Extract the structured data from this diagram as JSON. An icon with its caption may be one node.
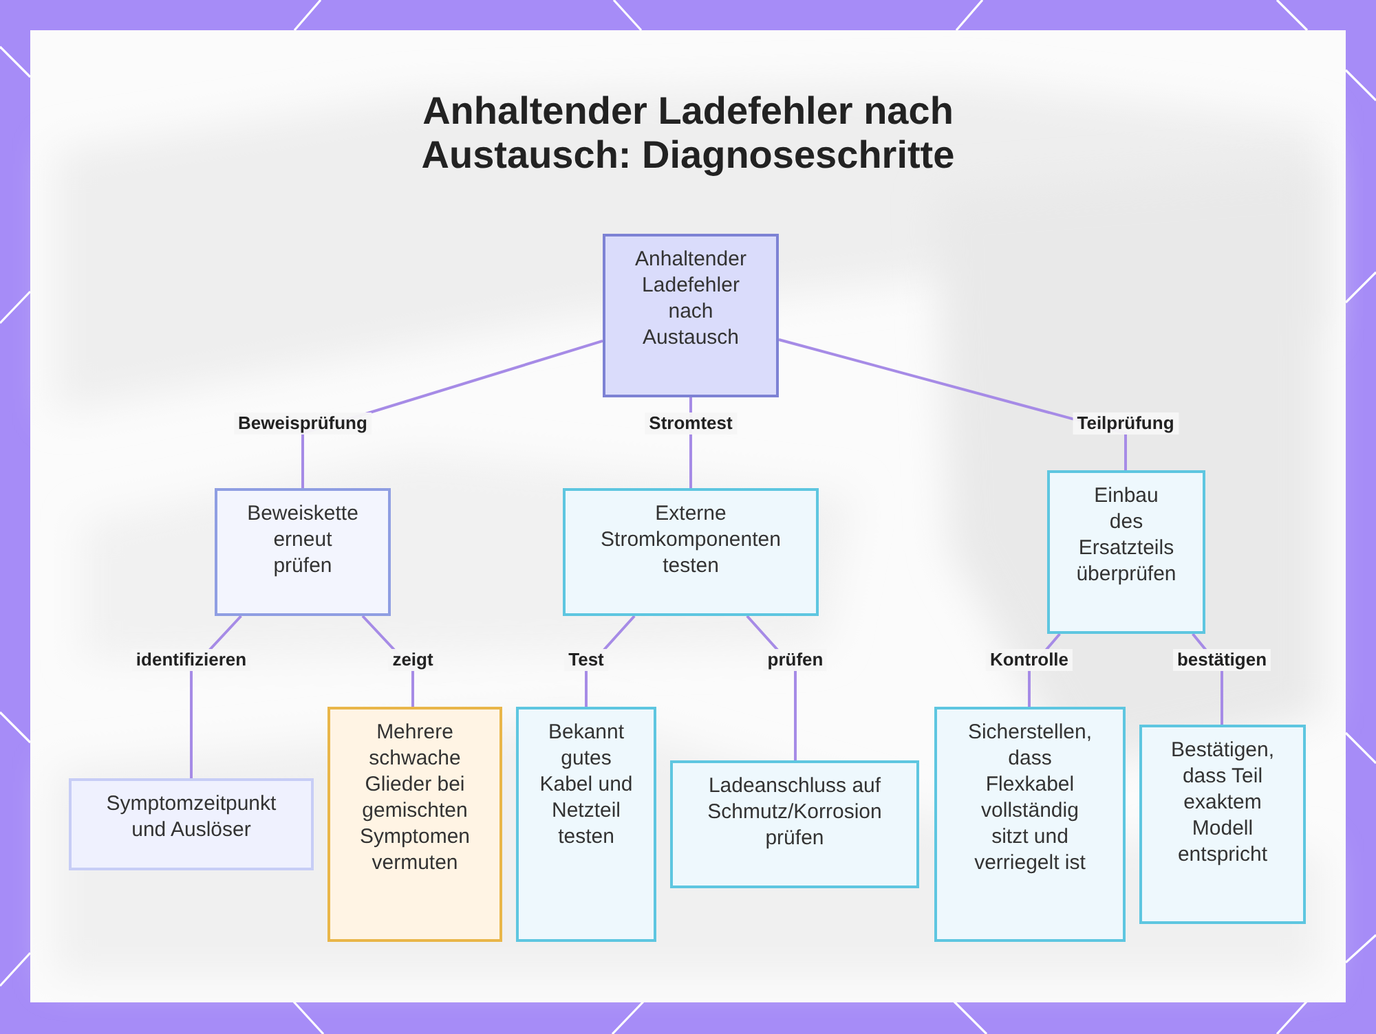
{
  "diagram": {
    "title": "Anhaltender Ladefehler nach Austausch: Diagnoseschritte",
    "nodes": [
      {
        "text": [
          "Anhaltender Ladefehler nach Austausch"
        ]
      },
      {
        "text": [
          "Beweiskette erneut prüfen"
        ]
      },
      {
        "text": [
          "Externe Stromkomponenten testen"
        ]
      },
      {
        "text": [
          "Einbau des Ersatzteils überprüfen"
        ]
      },
      {
        "text": [
          "Symptomzeitpunkt und Auslöser"
        ]
      },
      {
        "text": [
          "Mehrere schwache Glieder bei gemischten Symptomen vermuten"
        ]
      },
      {
        "text": [
          "Bekannt gutes Kabel und Netzteil testen"
        ]
      },
      {
        "text": [
          "Ladeanschluss auf Schmutz/Korrosion prüfen"
        ]
      },
      {
        "text": [
          "Sicherstellen, dass Flexkabel vollständig sitzt und verriegelt ist"
        ]
      },
      {
        "text": [
          "Bestätigen, dass Teil exaktem Modell entspricht"
        ]
      }
    ],
    "edges": [
      {
        "from": 0,
        "to": 1,
        "arrow": "none",
        "label": "Beweisprüfung"
      },
      {
        "from": 0,
        "to": 2,
        "arrow": "none",
        "label": "Stromtest"
      },
      {
        "from": 0,
        "to": 3,
        "arrow": "none",
        "label": "Teilprüfung"
      },
      {
        "from": 1,
        "to": 4,
        "arrow": "none",
        "label": "identifizieren"
      },
      {
        "from": 1,
        "to": 5,
        "arrow": "none",
        "label": "zeigt"
      },
      {
        "from": 2,
        "to": 6,
        "arrow": "none",
        "label": "Test"
      },
      {
        "from": 2,
        "to": 7,
        "arrow": "none",
        "label": "prüfen"
      },
      {
        "from": 3,
        "to": 8,
        "arrow": "none",
        "label": "Kontrolle"
      },
      {
        "from": 3,
        "to": 9,
        "arrow": "none",
        "label": "bestätigen"
      }
    ]
  }
}
